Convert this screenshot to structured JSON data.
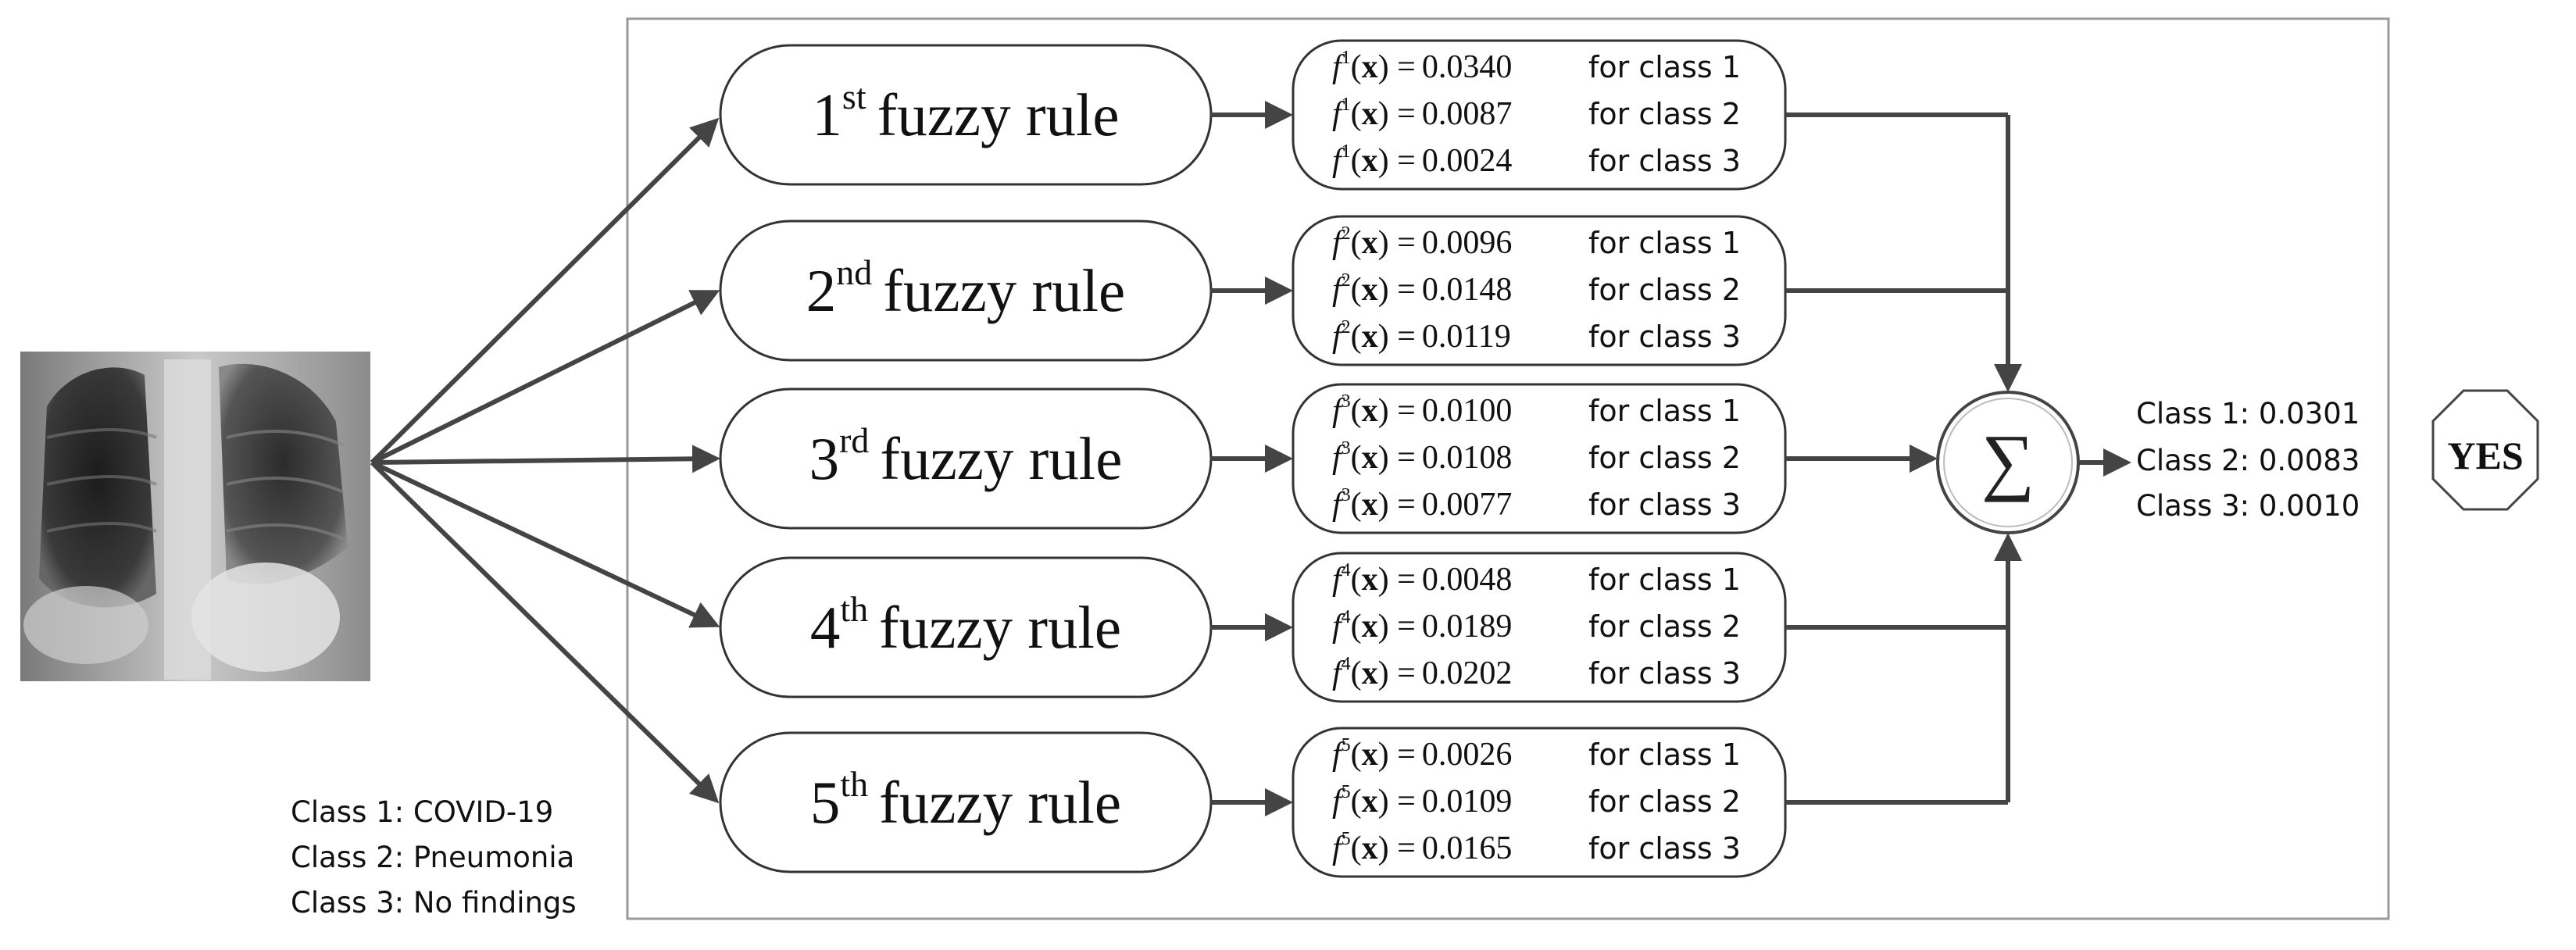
{
  "rules": [
    {
      "num": "1",
      "suffix": "st",
      "label": "fuzzy rule",
      "outputs": [
        {
          "sup": "1",
          "value": "0.0340",
          "cls": "for class 1"
        },
        {
          "sup": "1",
          "value": "0.0087",
          "cls": "for class 2"
        },
        {
          "sup": "1",
          "value": "0.0024",
          "cls": "for class 3"
        }
      ]
    },
    {
      "num": "2",
      "suffix": "nd",
      "label": "fuzzy rule",
      "outputs": [
        {
          "sup": "2",
          "value": "0.0096",
          "cls": "for class 1"
        },
        {
          "sup": "2",
          "value": "0.0148",
          "cls": "for class 2"
        },
        {
          "sup": "2",
          "value": "0.0119",
          "cls": "for class 3"
        }
      ]
    },
    {
      "num": "3",
      "suffix": "rd",
      "label": "fuzzy rule",
      "outputs": [
        {
          "sup": "3",
          "value": "0.0100",
          "cls": "for class 1"
        },
        {
          "sup": "3",
          "value": "0.0108",
          "cls": "for class 2"
        },
        {
          "sup": "3",
          "value": "0.0077",
          "cls": "for class 3"
        }
      ]
    },
    {
      "num": "4",
      "suffix": "th",
      "label": "fuzzy rule",
      "outputs": [
        {
          "sup": "4",
          "value": "0.0048",
          "cls": "for class 1"
        },
        {
          "sup": "4",
          "value": "0.0189",
          "cls": "for class 2"
        },
        {
          "sup": "4",
          "value": "0.0202",
          "cls": "for class 3"
        }
      ]
    },
    {
      "num": "5",
      "suffix": "th",
      "label": "fuzzy rule",
      "outputs": [
        {
          "sup": "5",
          "value": "0.0026",
          "cls": "for class 1"
        },
        {
          "sup": "5",
          "value": "0.0109",
          "cls": "for class 2"
        },
        {
          "sup": "5",
          "value": "0.0165",
          "cls": "for class 3"
        }
      ]
    }
  ],
  "formula": {
    "f": "f",
    "x": "x",
    "eq": "="
  },
  "sum_symbol": "∑",
  "aggregate": [
    "Class 1: 0.0301",
    "Class 2: 0.0083",
    "Class 3: 0.0010"
  ],
  "decision": "YES",
  "legend": [
    "Class 1: COVID-19",
    "Class 2: Pneumonia",
    "Class 3: No findings"
  ],
  "colors": {
    "line": "#444444",
    "frame": "#999999",
    "xray_dark": "#2a2a2a",
    "xray_light": "#d8d8d8"
  }
}
